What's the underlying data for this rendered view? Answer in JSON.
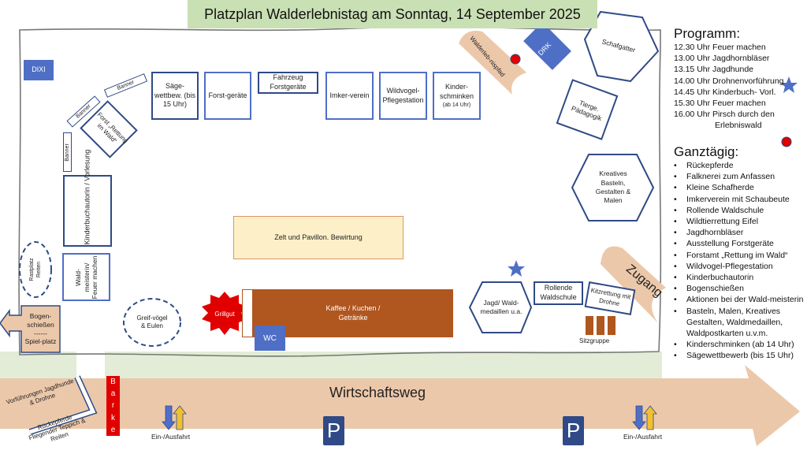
{
  "title": "Platzplan Walderlebnistag am Sonntag, 14 September 2025",
  "colors": {
    "title_bg": "#c9e0b4",
    "outline": "#2f4a86",
    "blue_fill": "#4f6fc6",
    "path_fill": "#ecc8aa",
    "grass": "#e2ecd6",
    "brown": "#b0561f",
    "red": "#e00000",
    "tent_fill": "#fdf0c8",
    "parking": "#2f4a86",
    "arrow_yellow": "#f0c030"
  },
  "stations": {
    "dixi": "DIXI",
    "banner1": "Banner",
    "banner2": "Banner",
    "banner3": "Banner",
    "forst_rettung": "Forst „Rettung im Wald“",
    "saegewettbewerb": "Säge-wettbew. (bis 15 Uhr)",
    "forstgeraete": "Forst-geräte",
    "fahrzeug": "Fahrzeug Forstgeräte",
    "imkerverein": "Imker-verein",
    "wildvogel": "Wildvogel-Pflegestation",
    "kinderschminken": "Kinder-schminken",
    "kinderschminken_time": "(ab 14 Uhr)",
    "walderlebnispfad": "Walderleb-nispfad",
    "drk": "DRK",
    "schafgatter": "Schafgatter",
    "tierpaedagogik": "Tierge. Pädagogik",
    "kreatives": "Kreatives Basteln, Gestalten & Malen",
    "kinderbuchautorin": "Kinderbuchautorin / Vorlesung",
    "rastplatz": "Rastplatz Reiten",
    "waldmeisterin": "Wald-meisterin/ Feuer machen",
    "bogenschiessen": "Bogen-schießen",
    "separator": "------",
    "spielplatz": "Spiel-platz",
    "greifvoegel": "Greif-vögel & Eulen",
    "zelt": "Zelt und Pavillon. Bewirtung",
    "grillgut": "Grillgut",
    "kaffee": "Kaffee / Kuchen / Getränke",
    "wc": "WC",
    "jagd": "Jagd/ Wald-medaillen u.a.",
    "rollende_waldschule": "Rollende Waldschule",
    "kitzrettung": "Kitzrettung mit Drohne",
    "sitzgruppe": "Sitzgruppe",
    "zugang": "Zugang"
  },
  "road": {
    "name": "Wirtschaftsweg",
    "barke": [
      "B",
      "a",
      "r",
      "k",
      "e"
    ],
    "vorfuehrungen": "Vorführungen Jagdhunde & Drohne",
    "rueckepferde": "Rückepferde Fliegender Teppich & Reiten",
    "entrance_left": "Ein-/Ausfahrt",
    "entrance_right": "Ein-/Ausfahrt",
    "parking_left": "P",
    "parking_right": "P"
  },
  "programm": {
    "heading": "Programm:",
    "items": [
      "12.30 Uhr Feuer machen",
      "13.00 Uhr Jagdhornbläser",
      "13.15 Uhr Jagdhunde",
      "14.00 Uhr Drohnenvorführung",
      "14.45 Uhr Kinderbuch- Vorl.",
      "15.30 Uhr Feuer machen",
      "16.00 Uhr Pirsch durch den",
      "Erlebniswald"
    ]
  },
  "ganztaegig": {
    "heading": "Ganztägig:",
    "items": [
      "Rückepferde",
      "Falknerei zum Anfassen",
      "Kleine Schafherde",
      "Imkerverein mit Schaubeute",
      "Rollende Waldschule",
      "Wildtierrettung Eifel",
      "Jagdhornbläser",
      "Ausstellung Forstgeräte",
      "Forstamt „Rettung im Wald“",
      "Wildvogel-Pflegestation",
      "Kinderbuchautorin",
      "Bogenschießen",
      "Aktionen bei der Wald-meisterin",
      "Basteln, Malen, Kreatives Gestalten, Waldmedaillen, Waldpostkarten u.v.m.",
      "Kinderschminken (ab 14 Uhr)",
      "Sägewettbewerb (bis 15 Uhr)"
    ]
  }
}
